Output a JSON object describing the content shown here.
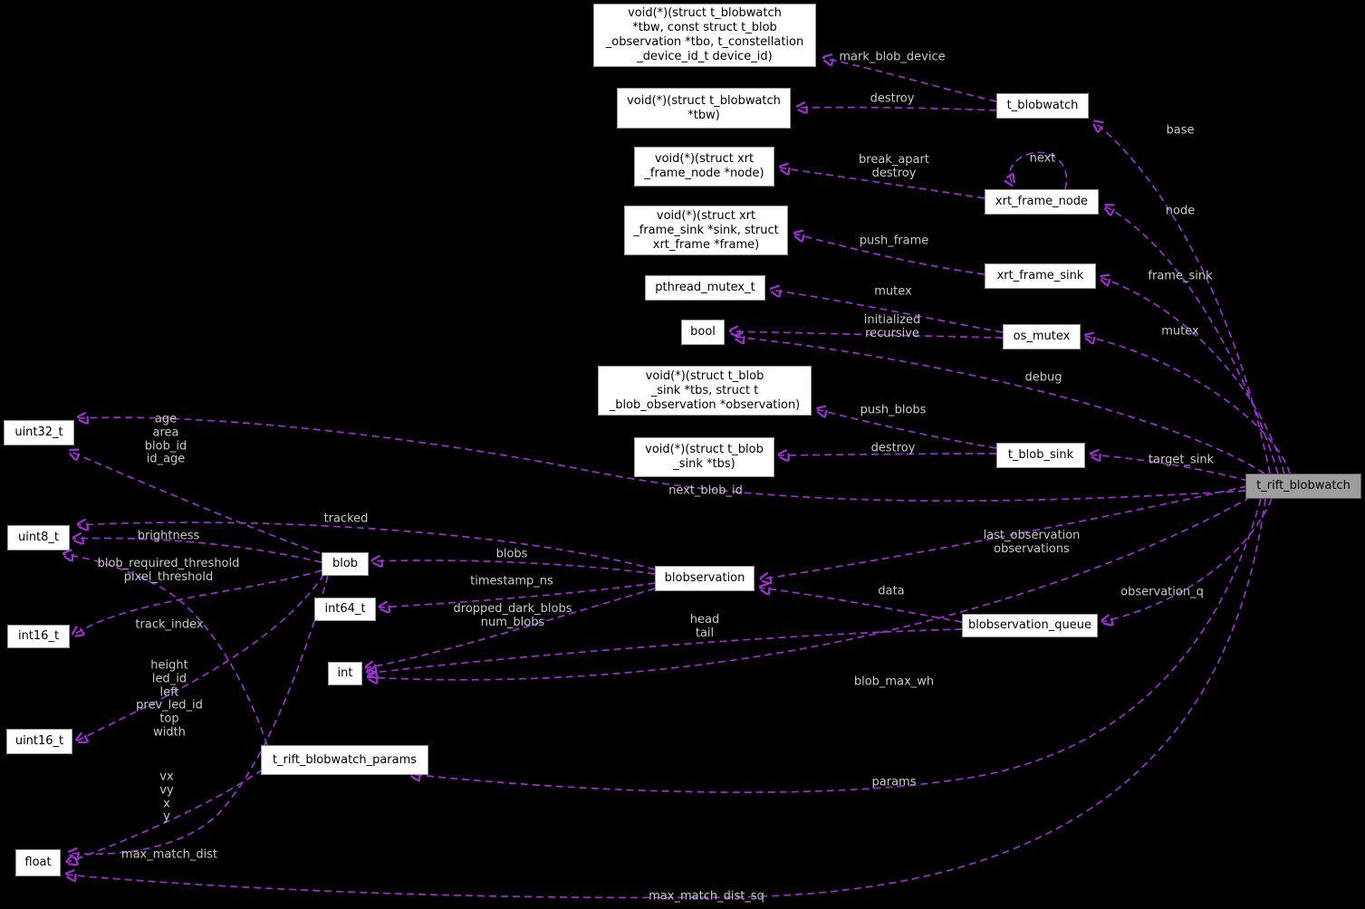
{
  "diagram": {
    "title": "t_rift_blobwatch collaboration graph",
    "background_color": "#000000",
    "edge_color": "#9b2fd0",
    "edge_label_color": "#c9c9c9",
    "node_fill": "#ffffff",
    "node_border": "#969696",
    "main_node_fill": "#9e9e9e",
    "main_node_border": "#565656"
  },
  "nodes": {
    "fn_mark_blob_device": {
      "label": "void(*)(struct t_blobwatch\n*tbw, const struct t_blob\n_observation *tbo, t_constellation\n_device_id_t device_id)"
    },
    "fn_destroy_tbw": {
      "label": "void(*)(struct t_blobwatch\n*tbw)"
    },
    "fn_frame_node": {
      "label": "void(*)(struct xrt\n_frame_node *node)"
    },
    "fn_frame_sink": {
      "label": "void(*)(struct xrt\n_frame_sink *sink, struct\nxrt_frame *frame)"
    },
    "pthread_mutex_t": {
      "label": "pthread_mutex_t"
    },
    "bool": {
      "label": "bool"
    },
    "fn_push_blobs": {
      "label": "void(*)(struct t_blob\n_sink *tbs, struct t\n_blob_observation *observation)"
    },
    "fn_destroy_tbs": {
      "label": "void(*)(struct t_blob\n_sink *tbs)"
    },
    "t_blobwatch": {
      "label": "t_blobwatch"
    },
    "xrt_frame_node": {
      "label": "xrt_frame_node"
    },
    "xrt_frame_sink": {
      "label": "xrt_frame_sink"
    },
    "os_mutex": {
      "label": "os_mutex"
    },
    "t_blob_sink": {
      "label": "t_blob_sink"
    },
    "t_rift_blobwatch": {
      "label": "t_rift_blobwatch"
    },
    "uint32_t": {
      "label": "uint32_t"
    },
    "uint8_t": {
      "label": "uint8_t"
    },
    "blob": {
      "label": "blob"
    },
    "blobservation": {
      "label": "blobservation"
    },
    "int64_t": {
      "label": "int64_t"
    },
    "int": {
      "label": "int"
    },
    "blobservation_queue": {
      "label": "blobservation_queue"
    },
    "int16_t": {
      "label": "int16_t"
    },
    "uint16_t": {
      "label": "uint16_t"
    },
    "t_rift_blobwatch_params": {
      "label": "t_rift_blobwatch_params"
    },
    "float": {
      "label": "float"
    }
  },
  "edges": {
    "mark_blob_device": {
      "label": "mark_blob_device"
    },
    "destroy_blobwatch": {
      "label": "destroy"
    },
    "base": {
      "label": "base"
    },
    "next": {
      "label": "next"
    },
    "break_apart_destroy": {
      "label": "break_apart\ndestroy"
    },
    "node": {
      "label": "node"
    },
    "push_frame": {
      "label": "push_frame"
    },
    "frame_sink": {
      "label": "frame_sink"
    },
    "mutex_pthread": {
      "label": "mutex"
    },
    "initialized_recursive": {
      "label": "initialized\nrecursive"
    },
    "mutex_rift": {
      "label": "mutex"
    },
    "debug": {
      "label": "debug"
    },
    "push_blobs": {
      "label": "push_blobs"
    },
    "destroy_blob_sink": {
      "label": "destroy"
    },
    "target_sink": {
      "label": "target_sink"
    },
    "next_blob_id": {
      "label": "next_blob_id"
    },
    "age_area_blob_id_id_age": {
      "label": "age\narea\nblob_id\nid_age"
    },
    "tracked": {
      "label": "tracked"
    },
    "brightness": {
      "label": "brightness"
    },
    "thresholds": {
      "label": "blob_required_threshold\npixel_threshold"
    },
    "last_observation_observations": {
      "label": "last_observation\nobservations"
    },
    "blobs": {
      "label": "blobs"
    },
    "timestamp_ns": {
      "label": "timestamp_ns"
    },
    "data": {
      "label": "data"
    },
    "observation_q": {
      "label": "observation_q"
    },
    "dropped_dark_blobs_num_blobs": {
      "label": "dropped_dark_blobs\nnum_blobs"
    },
    "head_tail": {
      "label": "head\ntail"
    },
    "track_index": {
      "label": "track_index"
    },
    "blob_geometry_fields": {
      "label": "height\nled_id\nleft\nprev_led_id\ntop\nwidth"
    },
    "blob_max_wh": {
      "label": "blob_max_wh"
    },
    "vx_vy_x_y": {
      "label": "vx\nvy\nx\ny"
    },
    "max_match_dist": {
      "label": "max_match_dist"
    },
    "params": {
      "label": "params"
    },
    "max_match_dist_sq": {
      "label": "max_match_dist_sq"
    }
  }
}
